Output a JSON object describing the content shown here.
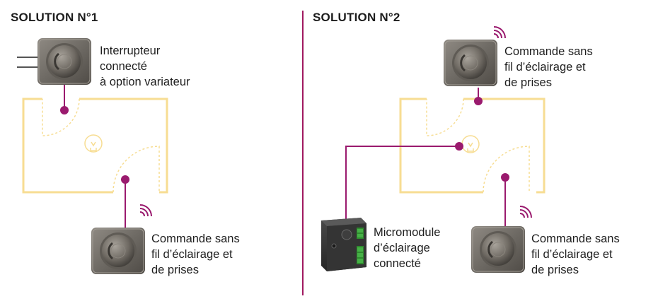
{
  "solution1": {
    "title": "SOLUTION N°1",
    "switch_label": [
      "Interrupteur",
      "connecté",
      "à option variateur"
    ],
    "remote_label": [
      "Commande sans",
      "fil d’éclairage et",
      "de prises"
    ]
  },
  "solution2": {
    "title": "SOLUTION N°2",
    "remote_top_label": [
      "Commande sans",
      "fil d’éclairage et",
      "de prises"
    ],
    "micromodule_label": [
      "Micromodule",
      "d’éclairage",
      "connecté"
    ],
    "remote_bottom_label": [
      "Commande sans",
      "fil d’éclairage et",
      "de prises"
    ]
  },
  "colors": {
    "wire": "#9a1a6e",
    "room": "#f7dd93",
    "divider": "#a0195f",
    "switch_plate": "#7c7770",
    "text": "#1e1e1e"
  },
  "icons": [
    "switch-icon",
    "wireless-remote-icon",
    "light-bulb-icon",
    "micromodule-icon",
    "wifi-waves-icon"
  ]
}
